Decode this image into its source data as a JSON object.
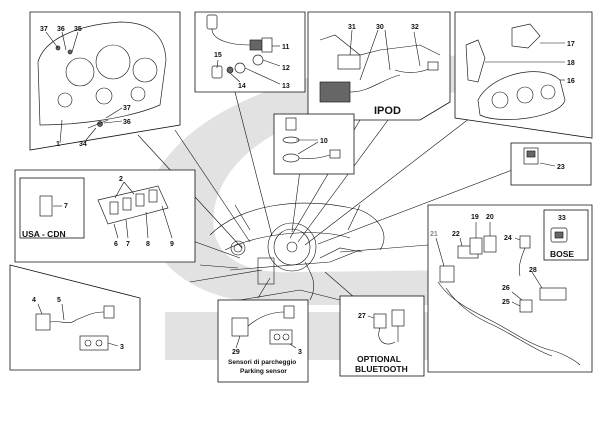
{
  "diagram": {
    "watermark_color": "#e2e2e2",
    "captions": {
      "ipod": "IPOD",
      "usa_cdn": "USA - CDN",
      "bose": "BOSE",
      "optional": "OPTIONAL",
      "bluetooth": "BLUETOOTH",
      "parking_it": "Sensori di parcheggio",
      "parking_en": "Parking sensor"
    },
    "callouts": {
      "n1": "1",
      "n2": "2",
      "n3a": "3",
      "n3b": "3",
      "n4": "4",
      "n5": "5",
      "n6": "6",
      "n7a": "7",
      "n7b": "7",
      "n8": "8",
      "n9": "9",
      "n10": "10",
      "n11": "11",
      "n12": "12",
      "n13": "13",
      "n14": "14",
      "n15": "15",
      "n16": "16",
      "n17": "17",
      "n18": "18",
      "n19": "19",
      "n20": "20",
      "n21": "21",
      "n22": "22",
      "n23": "23",
      "n24": "24",
      "n25": "25",
      "n26": "26",
      "n27": "27",
      "n28": "28",
      "n29": "29",
      "n30": "30",
      "n31": "31",
      "n32": "32",
      "n33": "33",
      "n34": "34",
      "n35": "35",
      "n36a": "36",
      "n36b": "36",
      "n37a": "37",
      "n37b": "37"
    }
  }
}
